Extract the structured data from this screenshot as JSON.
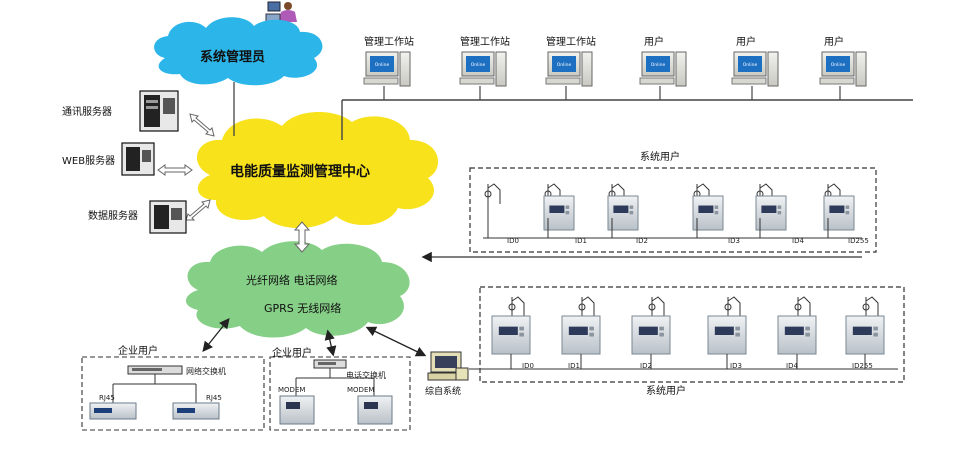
{
  "clouds": {
    "admin": "系统管理员",
    "center": "电能质量监测管理中心",
    "network_line1": "光纤网络   电话网络",
    "network_line2": "GPRS   无线网络"
  },
  "servers": [
    "通讯服务器",
    "WEB服务器",
    "数据服务器"
  ],
  "workstations": [
    {
      "label": "管理工作站"
    },
    {
      "label": "管理工作站"
    },
    {
      "label": "管理工作站"
    },
    {
      "label": "用户"
    },
    {
      "label": "用户"
    },
    {
      "label": "用户"
    }
  ],
  "monitor_screen_text": "Online",
  "system_user_label": "系统用户",
  "group_top_ids": [
    "ID0",
    "ID1",
    "ID2",
    "ID3",
    "ID4",
    "ID255"
  ],
  "group_bottom_ids": [
    "ID0",
    "ID1",
    "ID2",
    "ID3",
    "ID4",
    "ID255"
  ],
  "enterprise": {
    "label": "企业用户",
    "switch_network": "网络交换机",
    "switch_phone": "电话交换机",
    "rj45": "RJ45",
    "modem": "MODEM"
  },
  "integrated_system": "综自系统",
  "colors": {
    "admin_cloud": "#2bb5e8",
    "center_cloud": "#f7e21c",
    "network_cloud": "#86cf87",
    "line": "#444444"
  }
}
